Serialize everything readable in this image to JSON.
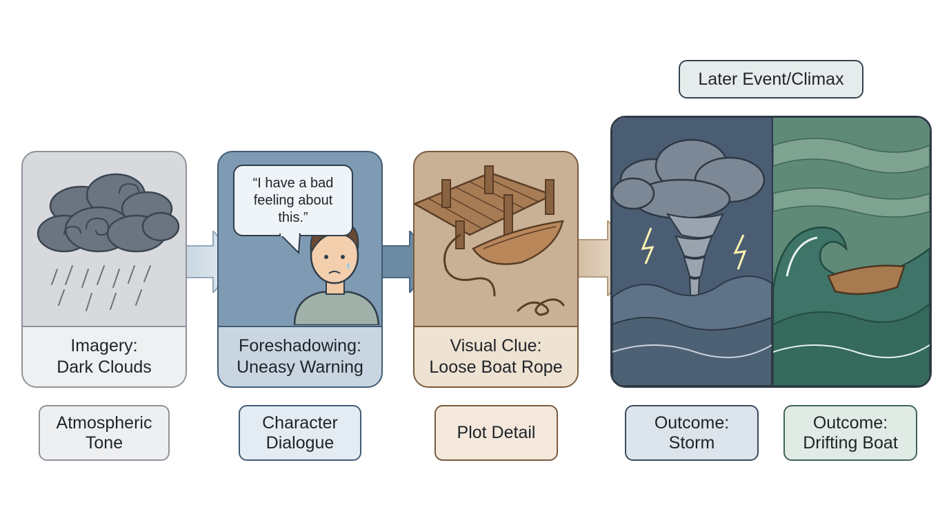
{
  "climax_label": "Later Event/Climax",
  "panels": [
    {
      "id": "imagery",
      "caption": [
        "Imagery:",
        "Dark Clouds"
      ],
      "tag": [
        "Atmospheric",
        "Tone"
      ]
    },
    {
      "id": "foreshadowing",
      "caption": [
        "Foreshadowing:",
        "Uneasy Warning"
      ],
      "tag": [
        "Character",
        "Dialogue"
      ],
      "speech": [
        "“I have a bad",
        "feeling about",
        "this.”"
      ]
    },
    {
      "id": "visual-clue",
      "caption": [
        "Visual Clue:",
        "Loose Boat Rope"
      ],
      "tag": [
        "Plot Detail"
      ]
    }
  ],
  "outcomes": [
    {
      "id": "storm",
      "tag": [
        "Outcome:",
        "Storm"
      ]
    },
    {
      "id": "drifting-boat",
      "tag": [
        "Outcome:",
        "Drifting Boat"
      ]
    }
  ],
  "colors": {
    "imagery_bg": "#d7d9dc",
    "imagery_border": "#8e9399",
    "foreshadow_bg": "#7f9ab3",
    "foreshadow_border": "#3f5a73",
    "clue_bg": "#c9b196",
    "clue_border": "#7a5a3c",
    "storm_bg": "#4a5d73",
    "drift_bg": "#5f8a78",
    "climax_border": "#2e3a44"
  }
}
